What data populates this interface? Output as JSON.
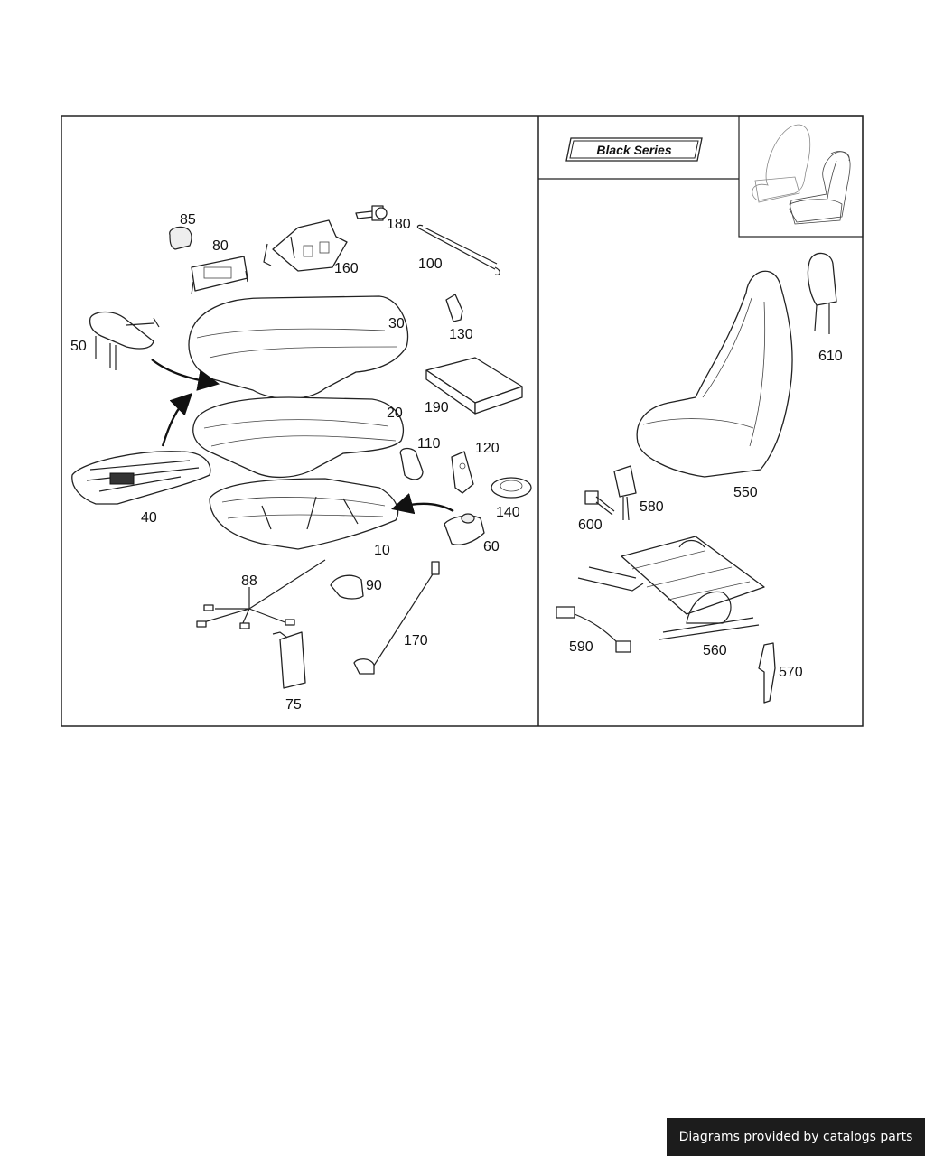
{
  "badge": {
    "label": "Black Series"
  },
  "callouts": {
    "c10": "10",
    "c20": "20",
    "c30": "30",
    "c40": "40",
    "c50": "50",
    "c60": "60",
    "c75": "75",
    "c80": "80",
    "c85": "85",
    "c88": "88",
    "c90": "90",
    "c100": "100",
    "c110": "110",
    "c120": "120",
    "c130": "130",
    "c140": "140",
    "c160": "160",
    "c170": "170",
    "c180": "180",
    "c190": "190",
    "c550": "550",
    "c560": "560",
    "c570": "570",
    "c580": "580",
    "c590": "590",
    "c600": "600",
    "c610": "610"
  },
  "footer": {
    "credit": "Diagrams provided by catalogs parts"
  }
}
